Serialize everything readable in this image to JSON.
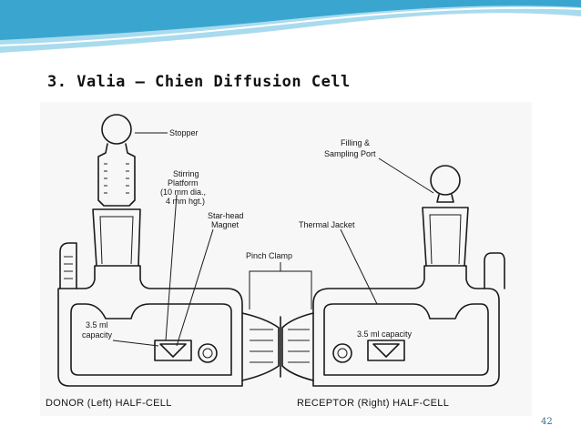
{
  "slide": {
    "title": "3. Valia – Chien Diffusion Cell",
    "page_number": "42"
  },
  "colors": {
    "wave_dark": "#3aa6d0",
    "wave_light": "#a9dbee",
    "page_number": "#3a6f96"
  },
  "diagram": {
    "labels": {
      "stopper": "Stopper",
      "filling_port_line1": "Filling &",
      "filling_port_line2": "Sampling Port",
      "stirring_line1": "Stirring",
      "stirring_line2": "Platform",
      "stirring_line3": "(10 mm dia.,",
      "stirring_line4": "4 mm hgt.)",
      "magnet_line1": "Star-head",
      "magnet_line2": "Magnet",
      "thermal_jacket": "Thermal Jacket",
      "pinch_clamp": "Pinch Clamp",
      "donor_capacity_line1": "3.5 ml",
      "donor_capacity_line2": "capacity",
      "receptor_capacity": "3.5 ml capacity",
      "donor_half_cell": "DONOR (Left) HALF-CELL",
      "receptor_half_cell": "RECEPTOR (Right) HALF-CELL"
    }
  }
}
